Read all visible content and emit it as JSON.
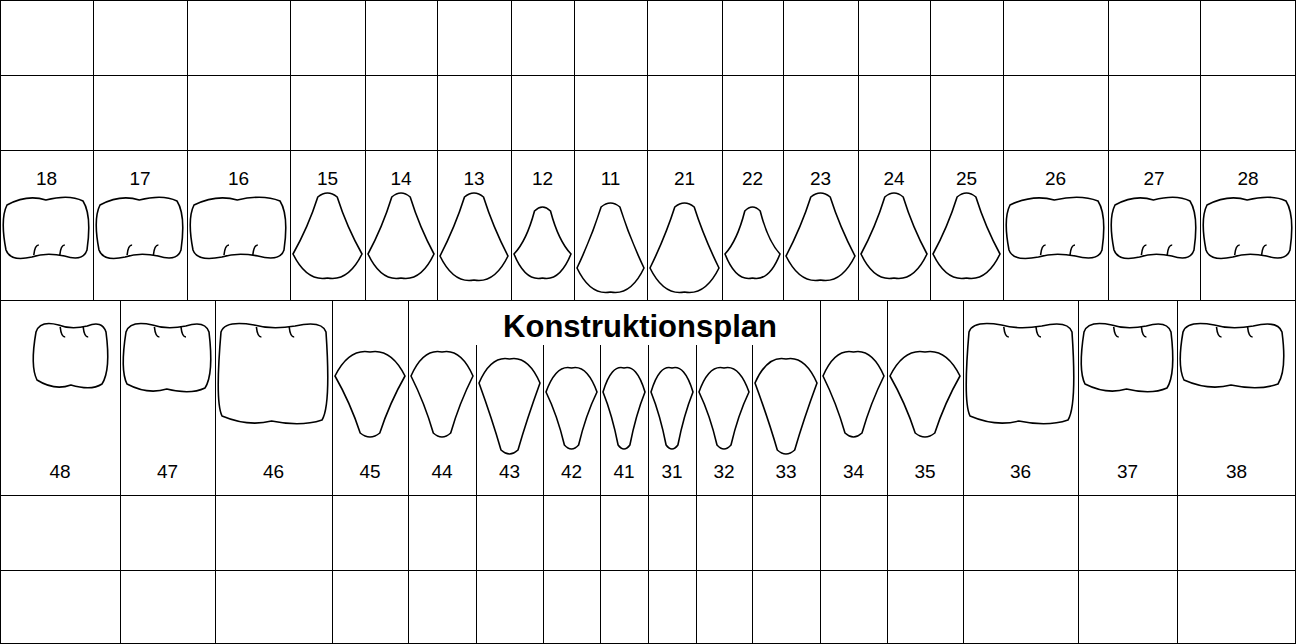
{
  "diagram": {
    "title": "Konstruktionsplan",
    "labels": [
      "18",
      "17",
      "16",
      "15",
      "14",
      "13",
      "12",
      "11",
      "21",
      "22",
      "23",
      "24",
      "25",
      "26",
      "27",
      "28",
      "48",
      "47",
      "46",
      "45",
      "44",
      "43",
      "42",
      "41",
      "31",
      "32",
      "33",
      "34",
      "35",
      "36",
      "37",
      "38"
    ]
  }
}
